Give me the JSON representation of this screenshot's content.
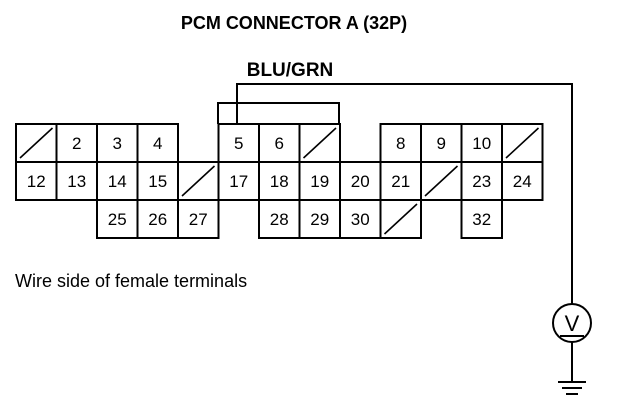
{
  "title": "PCM CONNECTOR A (32P)",
  "wire_label": "BLU/GRN",
  "caption": "Wire side of female terminals",
  "connector": {
    "rows": [
      [
        "",
        "2",
        "3",
        "4",
        "",
        "5",
        "6",
        "",
        "",
        "8",
        "9",
        "10",
        ""
      ],
      [
        "12",
        "13",
        "14",
        "15",
        "",
        "17",
        "18",
        "19",
        "20",
        "21",
        "",
        "23",
        "24"
      ],
      [
        "",
        "25",
        "26",
        "27",
        "",
        "28",
        "29",
        "30",
        "",
        "",
        "32",
        ""
      ]
    ],
    "highlighted_pin": "5"
  },
  "meter": {
    "symbol": "V",
    "icon": "voltmeter-icon",
    "ground_icon": "ground-icon"
  }
}
